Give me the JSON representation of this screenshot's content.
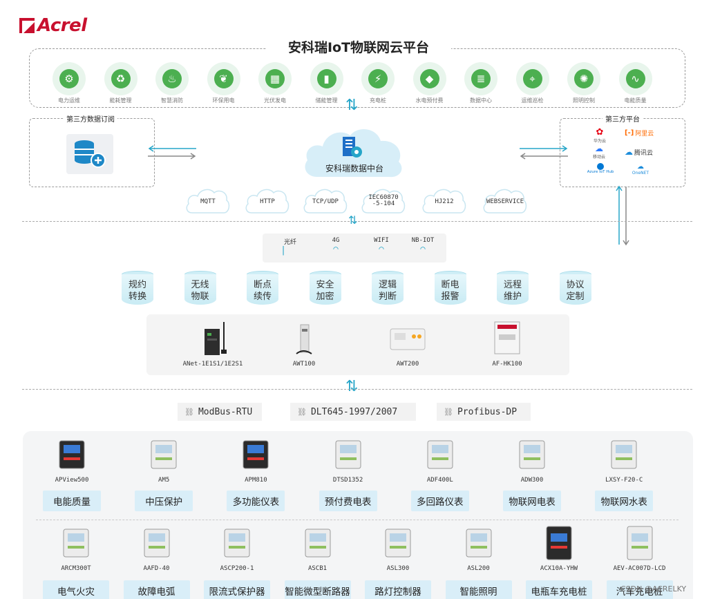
{
  "brand": {
    "name": "Acrel"
  },
  "platform": {
    "title": "安科瑞IoT物联网云平台",
    "apps": [
      {
        "label": "电力运维",
        "icon": "gear-plug-icon"
      },
      {
        "label": "能耗管理",
        "icon": "recycle-icon"
      },
      {
        "label": "智慧消防",
        "icon": "fire-icon"
      },
      {
        "label": "环保用电",
        "icon": "leaf-icon"
      },
      {
        "label": "光伏发电",
        "icon": "solar-panel-icon"
      },
      {
        "label": "储能管理",
        "icon": "battery-icon"
      },
      {
        "label": "充电桩",
        "icon": "charger-icon"
      },
      {
        "label": "水电预付费",
        "icon": "water-drop-icon"
      },
      {
        "label": "数据中心",
        "icon": "database-icon"
      },
      {
        "label": "运维巡检",
        "icon": "antenna-icon"
      },
      {
        "label": "照明控制",
        "icon": "bulb-icon"
      },
      {
        "label": "电能质量",
        "icon": "wave-icon"
      }
    ]
  },
  "third_party_sub": {
    "label": "第三方数据订阅"
  },
  "third_party_platform": {
    "label": "第三方平台",
    "vendors": [
      "华为云",
      "阿里云",
      "移动云",
      "腾讯云",
      "Azure IoT Hub",
      "OneNET"
    ]
  },
  "data_center": {
    "label": "安科瑞数据中台"
  },
  "protocols": [
    "MQTT",
    "HTTP",
    "TCP/UDP",
    "IEC60870\n-5-104",
    "HJ212",
    "WEBSERVICE"
  ],
  "network": [
    {
      "label": "光纤",
      "icon": "fiber-line-icon"
    },
    {
      "label": "4G",
      "icon": "wifi-icon"
    },
    {
      "label": "WIFI",
      "icon": "wifi-icon"
    },
    {
      "label": "NB-IOT",
      "icon": "wifi-icon"
    }
  ],
  "functions": [
    {
      "l1": "规约",
      "l2": "转换"
    },
    {
      "l1": "无线",
      "l2": "物联"
    },
    {
      "l1": "断点",
      "l2": "续传"
    },
    {
      "l1": "安全",
      "l2": "加密"
    },
    {
      "l1": "逻辑",
      "l2": "判断"
    },
    {
      "l1": "断电",
      "l2": "报警"
    },
    {
      "l1": "远程",
      "l2": "维护"
    },
    {
      "l1": "协议",
      "l2": "定制"
    }
  ],
  "gateways": [
    "ANet-1E1S1/1E2S1",
    "AWT100",
    "AWT200",
    "AF-HK100"
  ],
  "buses": [
    "ModBus-RTU",
    "DLT645-1997/2007",
    "Profibus-DP"
  ],
  "devices_row1": [
    {
      "model": "APView500",
      "category": "电能质量"
    },
    {
      "model": "AM5",
      "category": "中压保护"
    },
    {
      "model": "APM810",
      "category": "多功能仪表"
    },
    {
      "model": "DTSD1352",
      "category": "预付费电表"
    },
    {
      "model": "ADF400L",
      "category": "多回路仪表"
    },
    {
      "model": "ADW300",
      "category": "物联网电表"
    },
    {
      "model": "LXSY-F20-C",
      "category": "物联网水表"
    }
  ],
  "devices_row2": [
    {
      "model": "ARCM300T",
      "category": "电气火灾"
    },
    {
      "model": "AAFD-40",
      "category": "故障电弧"
    },
    {
      "model": "ASCP200-1",
      "category": "限流式保护器"
    },
    {
      "model": "ASCB1",
      "category": "智能微型断路器"
    },
    {
      "model": "ASL300",
      "category": "路灯控制器"
    },
    {
      "model": "ASL200",
      "category": "智能照明"
    },
    {
      "model": "ACX10A-YHW",
      "category": "电瓶车充电桩"
    },
    {
      "model": "AEV-AC007D-LCD",
      "category": "汽车充电桩"
    }
  ],
  "watermark": "CSDN @ACRELKY",
  "colors": {
    "brand": "#c8102e",
    "accent": "#26a5c8",
    "app_green": "#4caf50",
    "category_bg": "#d9eef8"
  }
}
